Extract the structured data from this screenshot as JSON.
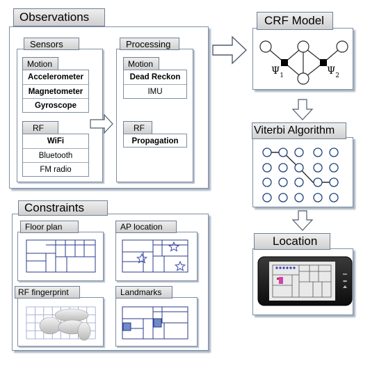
{
  "observations": {
    "title": "Observations",
    "sensors": {
      "title": "Sensors",
      "motion": {
        "title": "Motion",
        "items": [
          "Accelerometer",
          "Magnetometer",
          "Gyroscope"
        ]
      },
      "rf": {
        "title": "RF",
        "items": [
          "WiFi",
          "Bluetooth",
          "FM radio"
        ]
      }
    },
    "processing": {
      "title": "Processing",
      "motion": {
        "title": "Motion",
        "items": [
          "Dead Reckon",
          "IMU"
        ]
      },
      "rf": {
        "title": "RF",
        "items": [
          "Propagation"
        ]
      }
    }
  },
  "constraints": {
    "title": "Constraints",
    "cards": [
      "Floor plan",
      "AP location",
      "RF fingerprint",
      "Landmarks"
    ]
  },
  "crf": {
    "title": "CRF Model",
    "psi1": "Ψ",
    "psi1_sub": "1",
    "psi2": "Ψ",
    "psi2_sub": "2"
  },
  "viterbi": {
    "title": "Viterbi Algorithm"
  },
  "location": {
    "title": "Location"
  }
}
